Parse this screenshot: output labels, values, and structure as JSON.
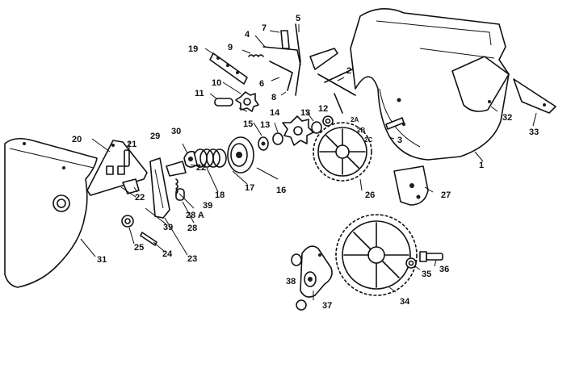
{
  "callouts": {
    "c1": "1",
    "c2": "2",
    "c2a": "2A",
    "c2b": "2B",
    "c2c": "2C",
    "c3": "3",
    "c4": "4",
    "c5": "5",
    "c6": "6",
    "c7": "7",
    "c8": "8",
    "c9": "9",
    "c10": "10",
    "c11": "11",
    "c12": "12",
    "c13a": "13",
    "c13b": "13",
    "c14": "14",
    "c15": "15",
    "c16": "16",
    "c17": "17",
    "c18": "18",
    "c19": "19",
    "c20": "20",
    "c21": "21",
    "c22a": "22",
    "c22b": "22",
    "c23": "23",
    "c24": "24",
    "c25": "25",
    "c26": "26",
    "c27": "27",
    "c28": "28",
    "c28a": "28 A",
    "c29": "29",
    "c30": "30",
    "c31": "31",
    "c32": "32",
    "c33": "33",
    "c34": "34",
    "c35": "35",
    "c36": "36",
    "c37": "37",
    "c38": "38",
    "c39a": "39",
    "c39b": "39"
  }
}
